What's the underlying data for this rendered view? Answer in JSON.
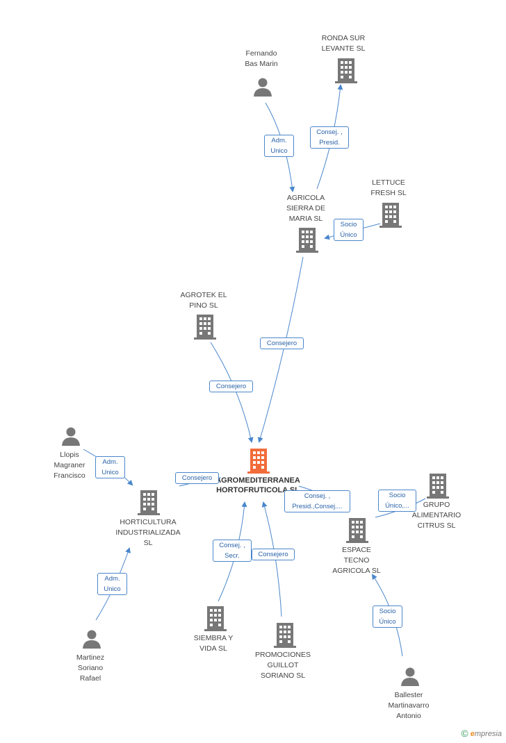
{
  "diagram": {
    "center": {
      "label": "AGROMEDITERRANEA\nHORTOFRUTICOLA SL",
      "color": "#f26b3a"
    },
    "nodes": [
      {
        "id": "fernando",
        "kind": "person",
        "label": "Fernando\nBas Marin"
      },
      {
        "id": "ronda",
        "kind": "company",
        "label": "RONDA SUR\nLEVANTE SL"
      },
      {
        "id": "lettuce",
        "kind": "company",
        "label": "LETTUCE\nFRESH  SL"
      },
      {
        "id": "agricola_sierra",
        "kind": "company",
        "label": "AGRICOLA\nSIERRA DE\nMARIA SL"
      },
      {
        "id": "agrotek",
        "kind": "company",
        "label": "AGROTEK EL\nPINO  SL"
      },
      {
        "id": "llopis",
        "kind": "person",
        "label": "Llopis\nMagraner\nFrancisco"
      },
      {
        "id": "horticultura",
        "kind": "company",
        "label": "HORTICULTURA\nINDUSTRIALIZADA\nSL"
      },
      {
        "id": "grupo",
        "kind": "company",
        "label": "GRUPO\nALIMENTARIO\nCITRUS SL"
      },
      {
        "id": "espace",
        "kind": "company",
        "label": "ESPACE\nTECNO\nAGRICOLA SL"
      },
      {
        "id": "siembra",
        "kind": "company",
        "label": "SIEMBRA Y\nVIDA  SL"
      },
      {
        "id": "promociones",
        "kind": "company",
        "label": "PROMOCIONES\nGUILLOT\nSORIANO SL"
      },
      {
        "id": "martinez",
        "kind": "person",
        "label": "Martinez\nSoriano\nRafael"
      },
      {
        "id": "ballester",
        "kind": "person",
        "label": "Ballester\nMartinavarro\nAntonio"
      }
    ],
    "relations": [
      {
        "id": "r1",
        "label": "Adm.\nUnico"
      },
      {
        "id": "r2",
        "label": "Consej. ,\nPresid."
      },
      {
        "id": "r3",
        "label": "Socio\nÚnico"
      },
      {
        "id": "r4",
        "label": "Consejero"
      },
      {
        "id": "r5",
        "label": "Consejero"
      },
      {
        "id": "r6",
        "label": "Adm.\nUnico"
      },
      {
        "id": "r7",
        "label": "Consejero"
      },
      {
        "id": "r8",
        "label": "Consej. ,\nPresid.,Consej...."
      },
      {
        "id": "r9",
        "label": "Socio\nÚnico,..."
      },
      {
        "id": "r10",
        "label": "Consej. ,\nSecr."
      },
      {
        "id": "r11",
        "label": "Consejero"
      },
      {
        "id": "r12",
        "label": "Adm.\nUnico"
      },
      {
        "id": "r13",
        "label": "Socio\nÚnico"
      }
    ],
    "colors": {
      "company": "#777777",
      "person": "#777777",
      "edge": "#4a86cc",
      "center": "#f26b3a"
    }
  },
  "brand": {
    "symbol": "©",
    "initial": "e",
    "rest": "mpresia"
  }
}
